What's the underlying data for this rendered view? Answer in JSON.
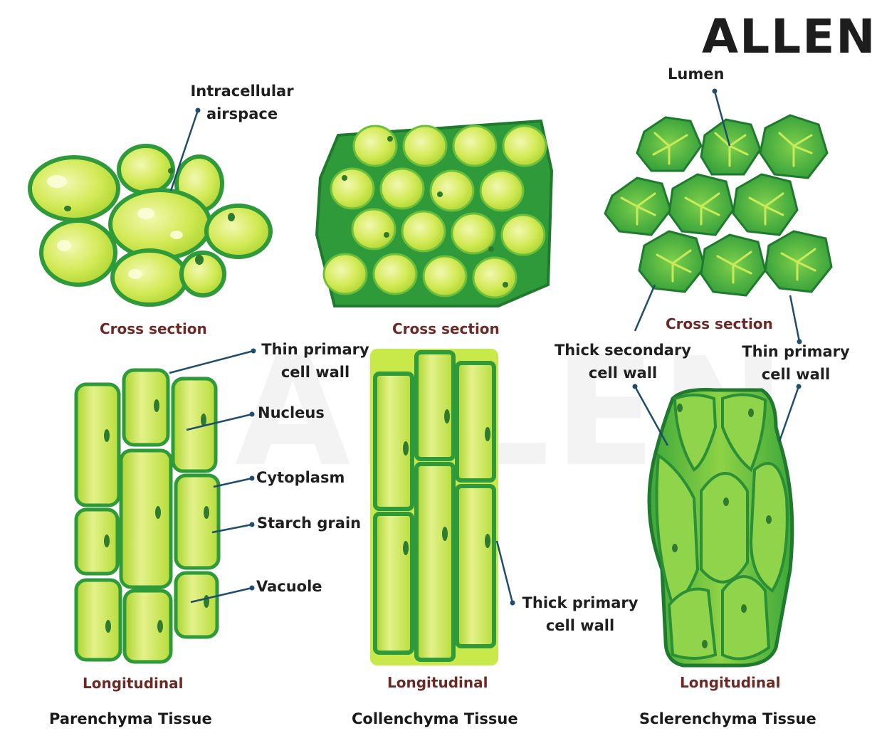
{
  "brand": {
    "logo_text": "ALLEN",
    "watermark_text": "ALLEN"
  },
  "colors": {
    "cell_fill": "#c4e63a",
    "cell_light": "#eef7a4",
    "wall": "#2e9a3a",
    "wall_dark": "#1f7a2e",
    "section_label": "#6b2a26",
    "leader": "#1f4d6b"
  },
  "panels": {
    "parenchyma": {
      "title": "Parenchyma Tissue",
      "cross_label": "Cross section",
      "long_label": "Longitudinal",
      "annotations": {
        "airspace_1": "Intracellular",
        "airspace_2": "airspace",
        "primary_wall_1": "Thin primary",
        "primary_wall_2": "cell wall",
        "nucleus": "Nucleus",
        "cytoplasm": "Cytoplasm",
        "starch": "Starch grain",
        "vacuole": "Vacuole"
      }
    },
    "collenchyma": {
      "title": "Collenchyma Tissue",
      "cross_label": "Cross section",
      "long_label": "Longitudinal",
      "annotations": {
        "thick_wall_1": "Thick primary",
        "thick_wall_2": "cell wall"
      }
    },
    "sclerenchyma": {
      "title": "Sclerenchyma Tissue",
      "cross_label": "Cross section",
      "long_label": "Longitudinal",
      "annotations": {
        "lumen": "Lumen",
        "secondary_1": "Thick secondary",
        "secondary_2": "cell wall",
        "primary_1": "Thin primary",
        "primary_2": "cell wall"
      }
    }
  }
}
